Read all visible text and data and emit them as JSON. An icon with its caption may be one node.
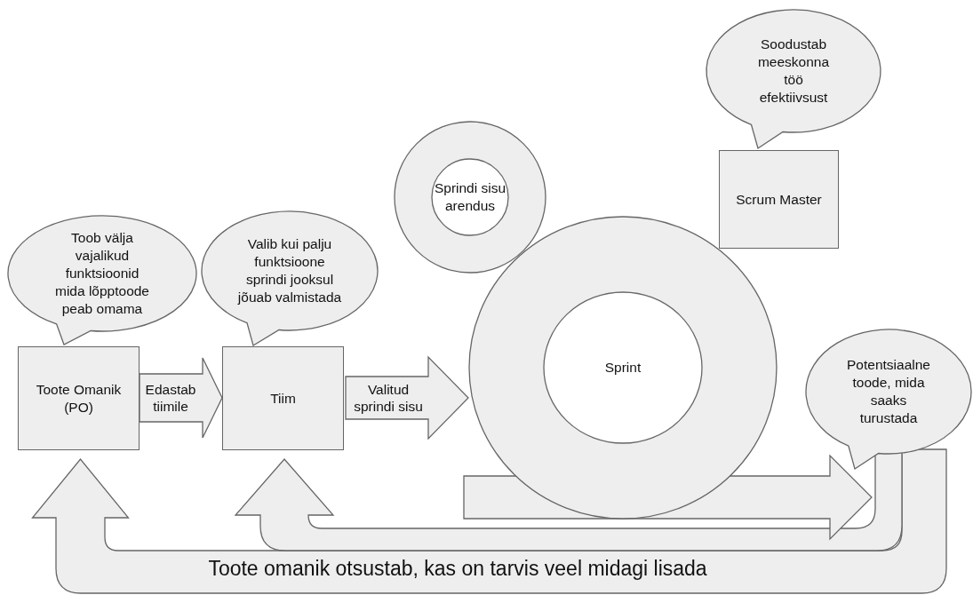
{
  "diagram": {
    "nodes": [
      {
        "text": [
          "Toote Omanik (PO)"
        ]
      },
      {
        "text": [
          "Toob välja vajalikud funktsioonid mida lõpptoode peab omama"
        ]
      },
      {
        "text": [
          "Tiim"
        ]
      },
      {
        "text": [
          "Valib kui palju funktsioone sprindi jooksul jõuab valmistada"
        ]
      },
      {
        "text": [
          "Sprindi sisu arendus"
        ]
      },
      {
        "text": [
          "Sprint"
        ]
      },
      {
        "text": [
          "Scrum Master"
        ]
      },
      {
        "text": [
          "Soodustab meeskonna töö efektiivsust"
        ]
      },
      {
        "text": [
          "Potentsiaalne toode, mida saaks turustada"
        ]
      }
    ],
    "edges": [
      {
        "from": 0,
        "to": 2,
        "arrow": "to",
        "label": "Edastab tiimile"
      },
      {
        "from": 2,
        "to": 5,
        "arrow": "to",
        "label": "Valitud sprindi sisu"
      },
      {
        "from": 5,
        "to": 8,
        "arrow": "to"
      },
      {
        "from": 8,
        "to": 0,
        "arrow": "to",
        "label": "Toote omanik otsustab, kas on tarvis veel midagi lisada"
      },
      {
        "from": 8,
        "to": 2,
        "arrow": "to"
      }
    ]
  }
}
